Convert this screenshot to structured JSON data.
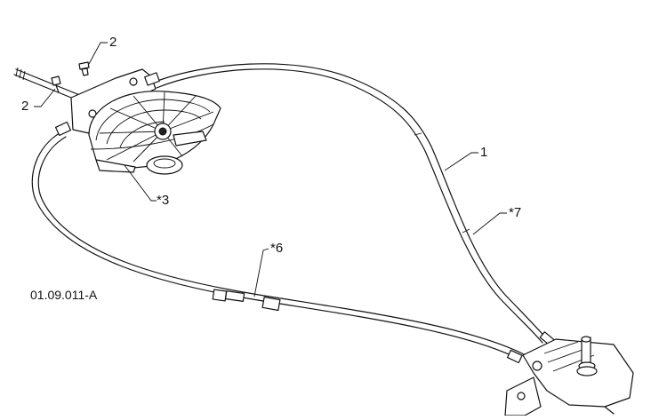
{
  "reference_code": "01.09.011-A",
  "callouts": [
    {
      "id": "c2a",
      "text": "2"
    },
    {
      "id": "c2b",
      "text": "2"
    },
    {
      "id": "c3",
      "text": "*3"
    },
    {
      "id": "c1",
      "text": "1"
    },
    {
      "id": "c7",
      "text": "*7"
    },
    {
      "id": "c6",
      "text": "*6"
    }
  ]
}
